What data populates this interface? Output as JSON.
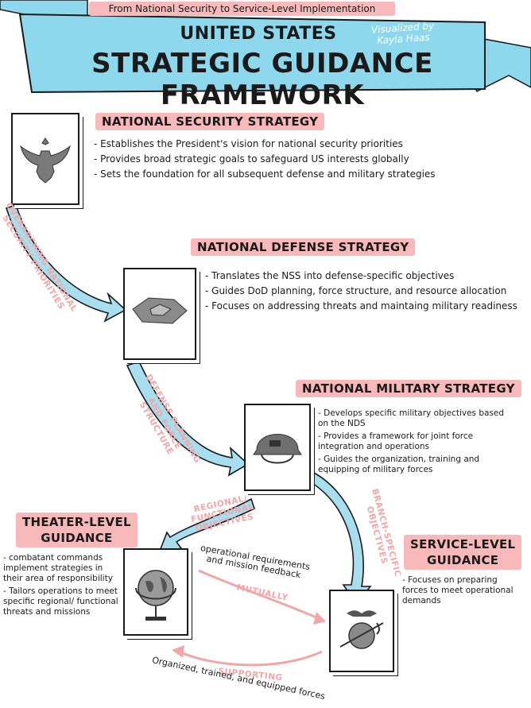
{
  "header": {
    "subtitle": "From National Security to Service-Level Implementation",
    "title_line1": "UNITED STATES",
    "title_line2": "STRATEGIC GUIDANCE FRAMEWORK",
    "credit": "Visualized by Kayla Haas"
  },
  "nss": {
    "title": "NATIONAL SECURITY STRATEGY",
    "bullets": [
      "Establishes the President's vision for national security priorities",
      "Provides broad strategic goals to safeguard US interests globally",
      "Sets the foundation for all subsequent defense and military strategies"
    ]
  },
  "nds": {
    "title": "NATIONAL DEFENSE STRATEGY",
    "bullets": [
      "Translates the NSS into defense-specific objectives",
      "Guides DoD planning, force structure, and resource allocation",
      "Focuses on addressing threats and maintaing military readiness"
    ]
  },
  "nms": {
    "title": "NATIONAL MILITARY STRATEGY",
    "bullets": [
      "Develops specific military objectives based on the NDS",
      "Provides a framework for joint force integration and operations",
      "Guides the organization, training and equipping of military forces"
    ]
  },
  "theater": {
    "title_line1": "THEATER-LEVEL",
    "title_line2": "GUIDANCE",
    "bullets": [
      "combatant commands implement strategies in their area of responsibility",
      "Tailors operations to meet specific regional/ functional threats and missions"
    ]
  },
  "service": {
    "title_line1": "SERVICE-LEVEL",
    "title_line2": "GUIDANCE",
    "bullets": [
      "Focuses on preparing forces to meet operational demands"
    ]
  },
  "arrows": {
    "nss_to_nds": "OVERARCHING NATIONAL SECURITY PRIORITIES",
    "nds_to_nms": "DEFENSE PLANNING AND FORCE STRUCTURE",
    "nms_to_theater": "REGIONAL/ FUNCTIONAL OBJECTIVES",
    "nms_to_service": "BRANCH-SPECIFIC OBJECTIVES",
    "mutually": "MUTUALLY",
    "supporting": "SUPPORTING",
    "feedback": "operational requirements and mission feedback",
    "forces": "Organized, trained, and equipped forces"
  },
  "icons": [
    "eagle-icon",
    "pentagon-icon",
    "helmet-icon",
    "globe-icon",
    "usmc-emblem-icon"
  ],
  "colors": {
    "banner": "#8ed8ee",
    "highlight": "#f7b9b9",
    "arrow_blue": "#a8dff0",
    "arrow_pink": "#f2a6a6"
  }
}
